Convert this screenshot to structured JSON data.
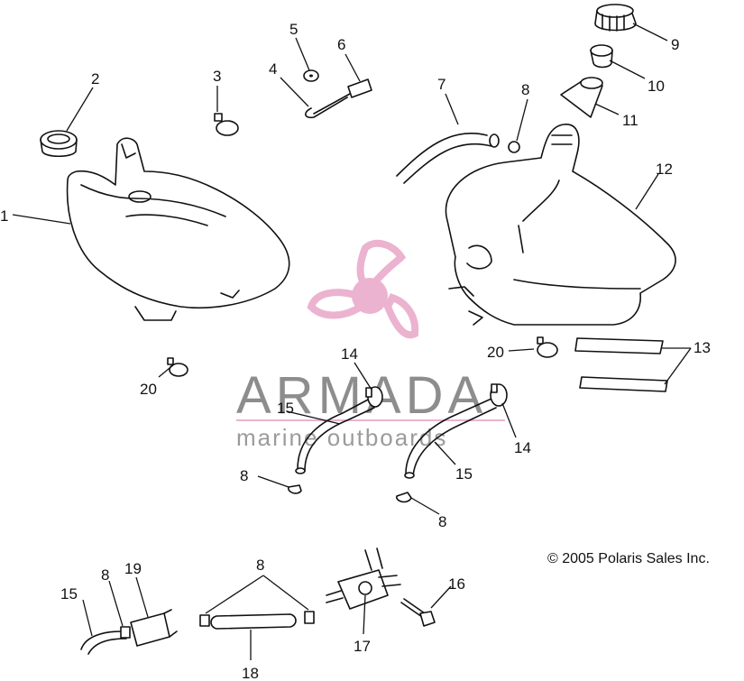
{
  "callouts": {
    "c1": "1",
    "c2": "2",
    "c3": "3",
    "c4": "4",
    "c5": "5",
    "c6": "6",
    "c7": "7",
    "c8a": "8",
    "c8b": "8",
    "c8c": "8",
    "c8d": "8",
    "c8e": "8",
    "c9": "9",
    "c10": "10",
    "c11": "11",
    "c12": "12",
    "c13": "13",
    "c14a": "14",
    "c14b": "14",
    "c15a": "15",
    "c15b": "15",
    "c15c": "15",
    "c16": "16",
    "c17": "17",
    "c18": "18",
    "c19": "19",
    "c20a": "20",
    "c20b": "20"
  },
  "watermark": {
    "title": "ARMADA",
    "subtitle": "marine outboards",
    "logo_color": "#e8a6c8"
  },
  "copyright": "© 2005 Polaris Sales Inc.",
  "icons": {
    "logo": "propeller-logo-icon"
  }
}
